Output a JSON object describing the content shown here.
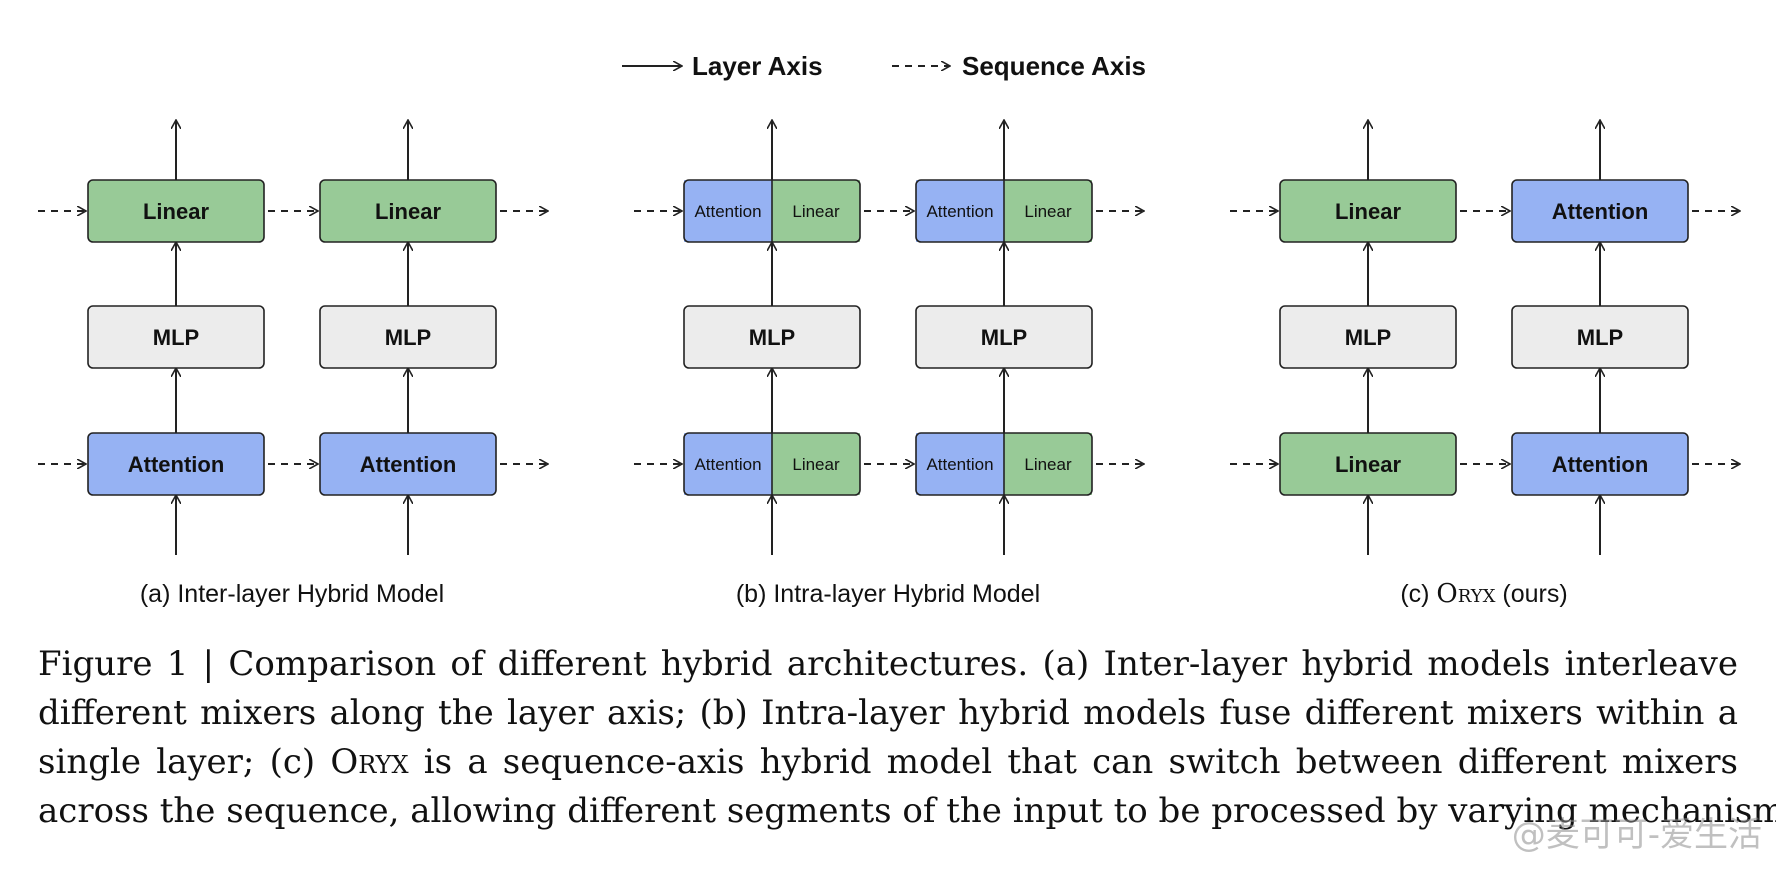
{
  "legend": {
    "layer_axis": "Layer Axis",
    "sequence_axis": "Sequence Axis"
  },
  "panels": [
    {
      "caption_prefix": "(a) Inter-layer Hybrid Model",
      "caption_name": "",
      "caption_suffix": "",
      "columns": [
        {
          "top": [
            {
              "label": "Linear",
              "kind": "linear"
            }
          ],
          "mid": "MLP",
          "bottom": [
            {
              "label": "Attention",
              "kind": "attention"
            }
          ]
        },
        {
          "top": [
            {
              "label": "Linear",
              "kind": "linear"
            }
          ],
          "mid": "MLP",
          "bottom": [
            {
              "label": "Attention",
              "kind": "attention"
            }
          ]
        }
      ]
    },
    {
      "caption_prefix": "(b) Intra-layer Hybrid Model",
      "caption_name": "",
      "caption_suffix": "",
      "columns": [
        {
          "top": [
            {
              "label": "Attention",
              "kind": "attention"
            },
            {
              "label": "Linear",
              "kind": "linear"
            }
          ],
          "mid": "MLP",
          "bottom": [
            {
              "label": "Attention",
              "kind": "attention"
            },
            {
              "label": "Linear",
              "kind": "linear"
            }
          ]
        },
        {
          "top": [
            {
              "label": "Attention",
              "kind": "attention"
            },
            {
              "label": "Linear",
              "kind": "linear"
            }
          ],
          "mid": "MLP",
          "bottom": [
            {
              "label": "Attention",
              "kind": "attention"
            },
            {
              "label": "Linear",
              "kind": "linear"
            }
          ]
        }
      ]
    },
    {
      "caption_prefix": "(c) ",
      "caption_name": "Oryx",
      "caption_suffix": " (ours)",
      "columns": [
        {
          "top": [
            {
              "label": "Linear",
              "kind": "linear"
            }
          ],
          "mid": "MLP",
          "bottom": [
            {
              "label": "Linear",
              "kind": "linear"
            }
          ]
        },
        {
          "top": [
            {
              "label": "Attention",
              "kind": "attention"
            }
          ],
          "mid": "MLP",
          "bottom": [
            {
              "label": "Attention",
              "kind": "attention"
            }
          ]
        }
      ]
    }
  ],
  "colors": {
    "attention": "#96b2f3",
    "linear": "#98ca97",
    "mlp": "#ececec",
    "stroke": "#222222"
  },
  "caption": {
    "line1": "Figure 1 | Comparison of different hybrid architectures. (a) Inter-layer hybrid models interleave",
    "line2": "different mixers along the layer axis; (b) Intra-layer hybrid models fuse different mixers within a",
    "line3_a": "single layer; (c) ",
    "line3_name": "Oryx",
    "line3_b": " is a sequence-axis hybrid model that can switch between different mixers",
    "line4": "across the sequence, allowing different segments of the input to be processed by varying mechanisms."
  },
  "watermark": "@麦可可-爱生活"
}
